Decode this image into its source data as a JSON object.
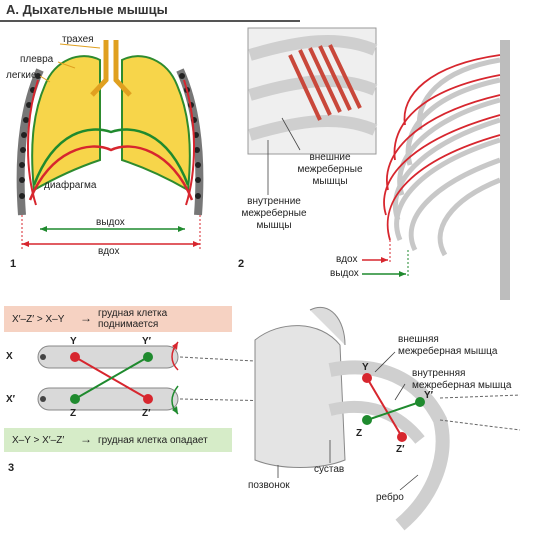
{
  "header": {
    "title": "А. Дыхательные мышцы"
  },
  "figure1": {
    "number": "1",
    "labels": {
      "trachea": "трахея",
      "pleura": "плевра",
      "lungs": "легкие",
      "diaphragm": "диафрагма",
      "exhale": "выдох",
      "inhale": "вдох"
    }
  },
  "figure2": {
    "number": "2",
    "labels": {
      "external": "внешние\nмежреберные\nмышцы",
      "internal": "внутренние\nмежреберные\nмышцы",
      "inhale": "вдох",
      "exhale": "выдох"
    }
  },
  "figure3": {
    "number": "3",
    "rise_formula": "X′–Z′ > X–Y",
    "rise_text": "грудная клетка\nподнимается",
    "fall_formula": "X–Y > X′–Z′",
    "fall_text": "грудная клетка опадает",
    "points": {
      "X": "X",
      "Xp": "X′",
      "Y": "Y",
      "Yp": "Y′",
      "Z": "Z",
      "Zp": "Z′"
    },
    "labels": {
      "external_muscle": "внешняя\nмежреберная мышца",
      "internal_muscle": "внутренняя\nмежреберная мышца",
      "vertebra": "позвонок",
      "joint": "сустав",
      "rib": "ребро"
    }
  },
  "colors": {
    "lung_fill": "#f7d54a",
    "pleura": "#2e8b2e",
    "red": "#d7262e",
    "green": "#1f8a2e",
    "bone": "#d9d9d9",
    "rise_box": "#f6d2c2",
    "fall_box": "#d6ecc8"
  }
}
